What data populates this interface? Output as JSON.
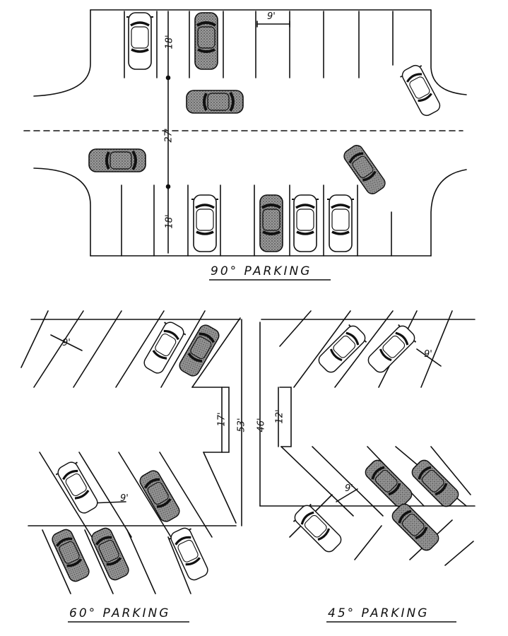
{
  "titles": {
    "deg90": "90° PARKING",
    "deg60": "60° PARKING",
    "deg45": "45° PARKING"
  },
  "dims90": {
    "stall_width": "9'",
    "stall_depth_top": "18'",
    "aisle": "27'",
    "stall_depth_bottom": "18'"
  },
  "dims60": {
    "stall_width_top": "9'",
    "aisle": "17'",
    "total": "53'",
    "stall_width_bottom": "9'"
  },
  "dims45": {
    "stall_width_top": "9'",
    "aisle": "12'",
    "total": "46'",
    "stall_width_bottom": "9'"
  }
}
